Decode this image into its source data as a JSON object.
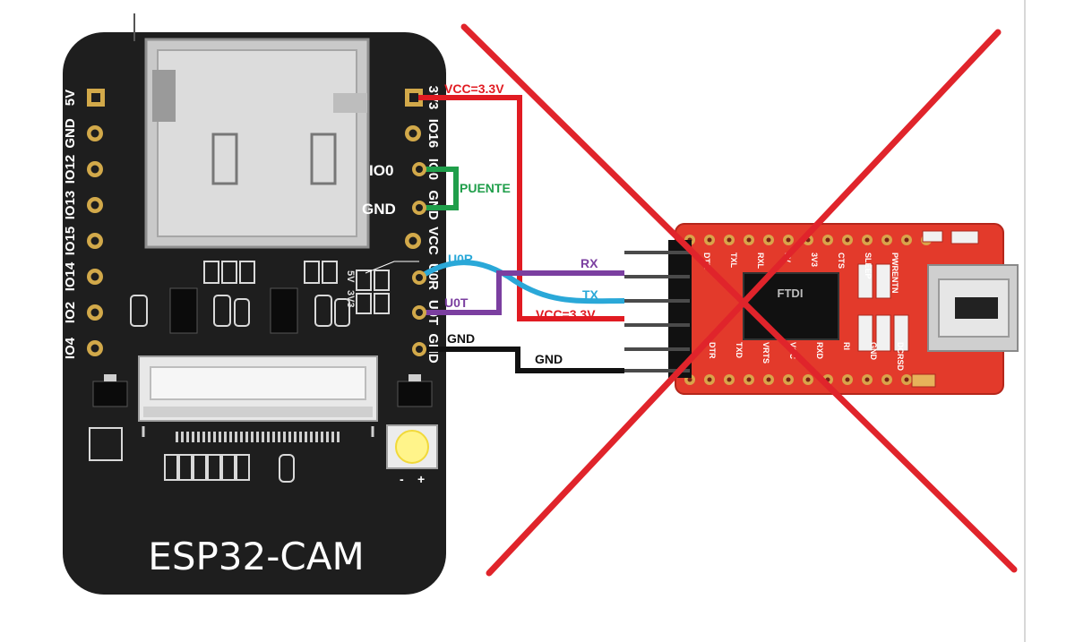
{
  "esp32": {
    "board_name": "ESP32-CAM",
    "left_pins": [
      "5V",
      "GND",
      "IO12",
      "IO13",
      "IO15",
      "IO14",
      "IO2",
      "IO4"
    ],
    "right_pins": [
      "3V3",
      "IO16",
      "IO0",
      "GND",
      "VCC",
      "U0R",
      "U0T",
      "GND"
    ],
    "silk_5v": "5V",
    "silk_3v3": "3V3",
    "led_minus": "-",
    "led_plus": "+"
  },
  "ftdi": {
    "chip_text": "FTDI",
    "pin_labels_top": [
      "DTR",
      "TXL",
      "RXL",
      "5V",
      "3V3",
      "CTS",
      "SLEEP",
      "PWRENTN"
    ],
    "pin_labels_bottom": [
      "DTR",
      "TXD",
      "VRTS",
      "VCC",
      "RXD",
      "RI",
      "GND",
      "DCRSD"
    ]
  },
  "wiring": {
    "vcc_esp": "VCC=3.3V",
    "io0": "IO0",
    "gnd_jumper": "GND",
    "jumper": "PUENTE",
    "u0r": "U0R",
    "u0t": "U0T",
    "gnd_esp": "GND",
    "rx": "RX",
    "tx": "TX",
    "vcc_ftdi": "VCC=3.3V",
    "gnd_ftdi": "GND"
  },
  "colors": {
    "vcc_wire": "#e11b22",
    "jumper_wire": "#1f9e4a",
    "rx_wire": "#7b3fa0",
    "tx_wire": "#2aa8d8",
    "gnd_wire": "#111111",
    "cross": "#e0242b",
    "board_bg": "#1e1e1e",
    "ftdi_bg": "#e33a2b"
  }
}
